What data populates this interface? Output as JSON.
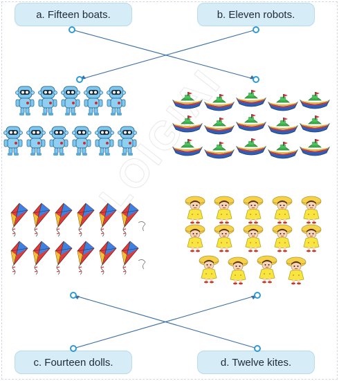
{
  "labels": {
    "a": "a. Fifteen boats.",
    "b": "b. Eleven robots.",
    "c": "c. Fourteen dolls.",
    "d": "d. Twelve kites."
  },
  "pictures": {
    "robots": 11,
    "boats": 15,
    "kites": 12,
    "dolls": 14
  },
  "colors": {
    "label_bg": "#d6ecf7",
    "line": "#3a6ea5",
    "dot": "#2d9ad6"
  }
}
